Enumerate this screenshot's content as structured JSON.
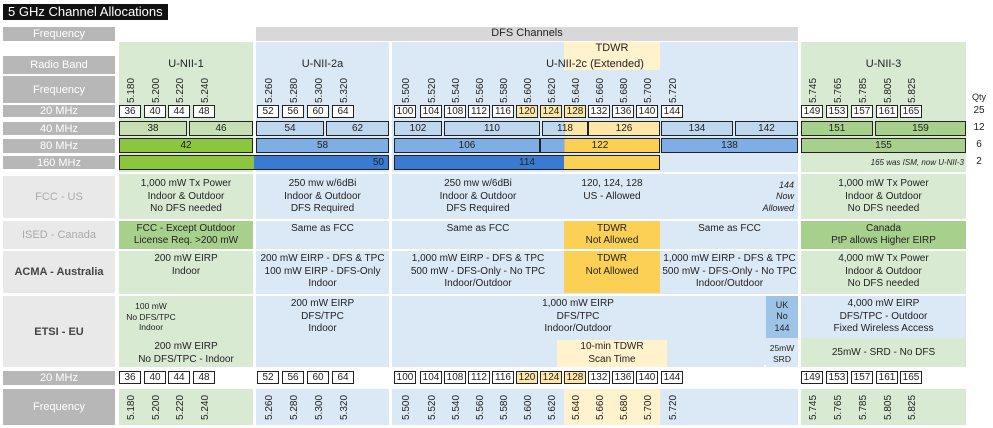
{
  "title": "5 GHz Channel Allocations",
  "row_labels": {
    "frequency": "Frequency",
    "radio_band": "Radio Band",
    "mhz20": "20 MHz",
    "mhz40": "40 MHz",
    "mhz80": "80 MHz",
    "mhz160": "160 MHz",
    "fcc": "FCC - US",
    "ised": "ISED - Canada",
    "acma": "ACMA - Australia",
    "etsi": "ETSI - EU"
  },
  "qty_header": "Qty",
  "qty": [
    "25",
    "12",
    "6",
    "2"
  ],
  "dfs_header": "DFS Channels",
  "tdwr_header": "TDWR",
  "bands": [
    "U-NII-1",
    "U-NII-2a",
    "U-NII-2c (Extended)",
    "U-NII-3"
  ],
  "channels": [
    "36",
    "40",
    "44",
    "48",
    "52",
    "56",
    "60",
    "64",
    "100",
    "104",
    "108",
    "112",
    "116",
    "120",
    "124",
    "128",
    "132",
    "136",
    "140",
    "144",
    "149",
    "153",
    "157",
    "161",
    "165"
  ],
  "frequencies": [
    "5.180",
    "5.200",
    "5.220",
    "5.240",
    "5.260",
    "5.280",
    "5.300",
    "5.320",
    "5.500",
    "5.520",
    "5.540",
    "5.560",
    "5.580",
    "5.600",
    "5.620",
    "5.640",
    "5.660",
    "5.680",
    "5.700",
    "5.720",
    "5.745",
    "5.765",
    "5.785",
    "5.805",
    "5.825"
  ],
  "ch40": [
    "38",
    "46",
    "54",
    "62",
    "102",
    "110",
    "118",
    "126",
    "134",
    "142",
    "151",
    "159"
  ],
  "ch80": [
    "42",
    "58",
    "106",
    "122",
    "138",
    "155"
  ],
  "ch160": [
    "50",
    "114"
  ],
  "note_165": "165 was ISM, now U-NII-3",
  "fcc": {
    "unii1": [
      "1,000 mW Tx Power",
      "Indoor & Outdoor",
      "No DFS needed"
    ],
    "unii2a": [
      "250 mw w/6dBi",
      "Indoor & Outdoor",
      "DFS Required"
    ],
    "unii2c": [
      "250 mw w/6dBi",
      "Indoor & Outdoor",
      "DFS Required"
    ],
    "tdwr": [
      "120, 124, 128",
      "US - Allowed"
    ],
    "ch144": [
      "144",
      "Now",
      "Allowed"
    ],
    "unii3": [
      "1,000 mW Tx Power",
      "Indoor & Outdoor",
      "No DFS needed"
    ]
  },
  "ised": {
    "unii1": [
      "FCC - Except Outdoor",
      "License Req. >200 mW"
    ],
    "unii2a": "Same as FCC",
    "unii2c_a": "Same as FCC",
    "tdwr": [
      "TDWR",
      "Not Allowed"
    ],
    "unii2c_b": "Same as FCC",
    "unii3": [
      "Canada",
      "PtP allows Higher EIRP"
    ]
  },
  "acma": {
    "unii1": [
      "200 mW EIRP",
      "Indoor"
    ],
    "unii2a": [
      "200 mW EIRP - DFS & TPC",
      "100 mW EIRP - DFS-Only",
      "Indoor"
    ],
    "unii2c_a": [
      "1,000 mW EIRP - DFS & TPC",
      "500 mW - DFS-Only - No TPC",
      "Indoor/Outdoor"
    ],
    "tdwr": [
      "TDWR",
      "Not Allowed"
    ],
    "unii2c_b": [
      "1,000 mW EIRP - DFS & TPC",
      "500 mW - DFS-Only - No TPC",
      "Indoor/Outdoor"
    ],
    "unii3": [
      "4,000 mW Tx Power",
      "Indoor & Outdoor",
      "No DFS needed"
    ]
  },
  "etsi": {
    "unii1_a": [
      "100 mW",
      "No DFS/TPC",
      "Indoor"
    ],
    "unii1_b": [
      "200 mW EIRP",
      "No DFS/TPC - Indoor"
    ],
    "unii2a": [
      "200 mW EIRP",
      "DFS/TPC",
      "Indoor"
    ],
    "unii2c": [
      "1,000 mW EIRP",
      "DFS/TPC",
      "Indoor/Outdoor"
    ],
    "tdwr": [
      "10-min TDWR",
      "Scan Time"
    ],
    "uk": [
      "UK",
      "No",
      "144"
    ],
    "srd25": [
      "25mW",
      "SRD"
    ],
    "unii3_a": [
      "4,000 mW  EIRP",
      "DFS/TPC -  Outdoor",
      "Fixed Wireless Access"
    ],
    "unii3_b": "25mW - SRD - No DFS"
  },
  "colors": {
    "green": "#d9ead3",
    "green_bar": "#8cc63f",
    "blue": "#dbe8f5",
    "blue_bar": "#3a7ad1",
    "blue_mid": "#c5dbf2",
    "yellow": "#fde6a6",
    "yellow_light": "#fff2cc",
    "yellow_bar": "#fcd055",
    "grey": "#b7b7b7",
    "green_dark": "#a8d08d"
  }
}
